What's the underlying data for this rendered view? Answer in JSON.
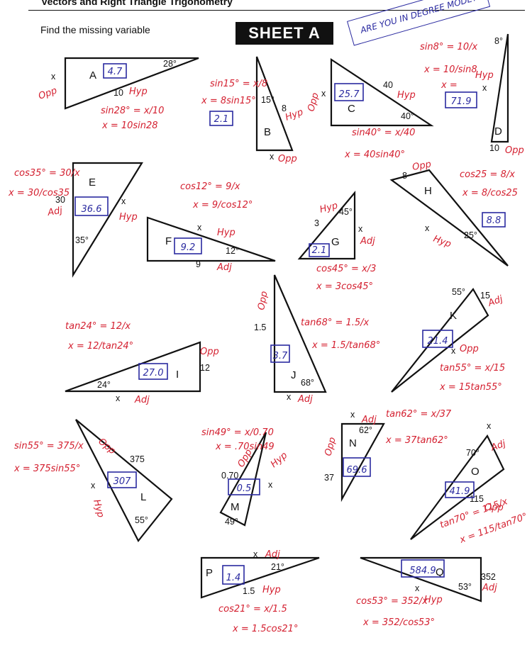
{
  "header": {
    "title": "Vectors and Right Triangle Trigonometry",
    "instruction": "Find the missing variable",
    "sheet_label": "SHEET  A",
    "note": "ARE YOU IN DEGREE MODE?"
  },
  "colors": {
    "ink": "#111111",
    "red_pen": "#d42030",
    "blue_pen": "#2a2aa0"
  },
  "problems": [
    {
      "id": "A",
      "labels": [
        "28°",
        "x",
        "10"
      ],
      "answer": "4.7",
      "notes": [
        "Opp",
        "Hyp",
        "sin28° = x/10",
        "x = 10sin28"
      ]
    },
    {
      "id": "B",
      "labels": [
        "15°",
        "8",
        "x"
      ],
      "answer": "2.1",
      "notes": [
        "sin15° = x/8",
        "x = 8sin15°",
        "Hyp",
        "Opp"
      ]
    },
    {
      "id": "C",
      "labels": [
        "x",
        "40",
        "40°"
      ],
      "answer": "25.7",
      "notes": [
        "Opp",
        "Hyp",
        "sin40° = x/40",
        "x = 40sin40°"
      ]
    },
    {
      "id": "D",
      "labels": [
        "8°",
        "x",
        "10"
      ],
      "answer": "71.9",
      "notes": [
        "sin8° = 10/x",
        "x = 10/sin8",
        "x =",
        "Hyp",
        "Opp"
      ]
    },
    {
      "id": "E",
      "labels": [
        "30",
        "x",
        "35°"
      ],
      "answer": "36.6",
      "notes": [
        "cos35° = 30/x",
        "x = 30/cos35",
        "Adj",
        "Hyp"
      ]
    },
    {
      "id": "F",
      "labels": [
        "x",
        "12°",
        "9"
      ],
      "answer": "9.2",
      "notes": [
        "cos12° = 9/x",
        "x = 9/cos12°",
        "Hyp",
        "Adj"
      ]
    },
    {
      "id": "G",
      "labels": [
        "45°",
        "3",
        "x"
      ],
      "answer": "2.1",
      "notes": [
        "Hyp",
        "Adj",
        "cos45° = x/3",
        "x = 3cos45°"
      ]
    },
    {
      "id": "H",
      "labels": [
        "8",
        "x",
        "25°"
      ],
      "answer": "8.8",
      "notes": [
        "Opp",
        "cos25 = 8/x",
        "x = 8/cos25",
        "Hyp"
      ]
    },
    {
      "id": "I",
      "labels": [
        "12",
        "24°",
        "x"
      ],
      "answer": "27.0",
      "notes": [
        "tan24° = 12/x",
        "x = 12/tan24°",
        "Opp",
        "Adj"
      ]
    },
    {
      "id": "J",
      "labels": [
        "1.5",
        "68°",
        "x"
      ],
      "answer": "3.7",
      "notes": [
        "Opp",
        "tan68° = 1.5/x",
        "x = 1.5/tan68°",
        "Adj"
      ]
    },
    {
      "id": "K",
      "labels": [
        "55°",
        "15",
        "x"
      ],
      "answer": "21.4",
      "notes": [
        "Adj",
        "Opp",
        "tan55° = x/15",
        "x = 15tan55°"
      ]
    },
    {
      "id": "L",
      "labels": [
        "375",
        "x",
        "55°"
      ],
      "answer": "307",
      "notes": [
        "sin55° = 375/x",
        "x = 375sin55°",
        "Opp",
        "Hyp"
      ]
    },
    {
      "id": "M",
      "labels": [
        "x",
        "0.70",
        "49°"
      ],
      "answer": "0.5",
      "notes": [
        "sin49° = x/0.70",
        "x = .70sin49",
        "Opp",
        "Hyp"
      ]
    },
    {
      "id": "N",
      "labels": [
        "x",
        "62°",
        "37"
      ],
      "answer": "69.6",
      "notes": [
        "Adj",
        "tan62° = x/37",
        "x = 37tan62°",
        "Opp"
      ]
    },
    {
      "id": "O",
      "labels": [
        "x",
        "70°",
        "115"
      ],
      "answer": "41.9",
      "notes": [
        "Adj",
        "Opp",
        "tan70° = 115/x",
        "x = 115/tan70°"
      ]
    },
    {
      "id": "P",
      "labels": [
        "x",
        "21°",
        "1.5"
      ],
      "answer": "1.4",
      "notes": [
        "Adj",
        "Hyp",
        "cos21° = x/1.5",
        "x = 1.5cos21°"
      ]
    },
    {
      "id": "Q",
      "labels": [
        "352",
        "53°",
        "x"
      ],
      "answer": "584.9",
      "notes": [
        "Adj",
        "Hyp",
        "cos53° = 352/x",
        "x = 352/cos53°"
      ]
    }
  ]
}
